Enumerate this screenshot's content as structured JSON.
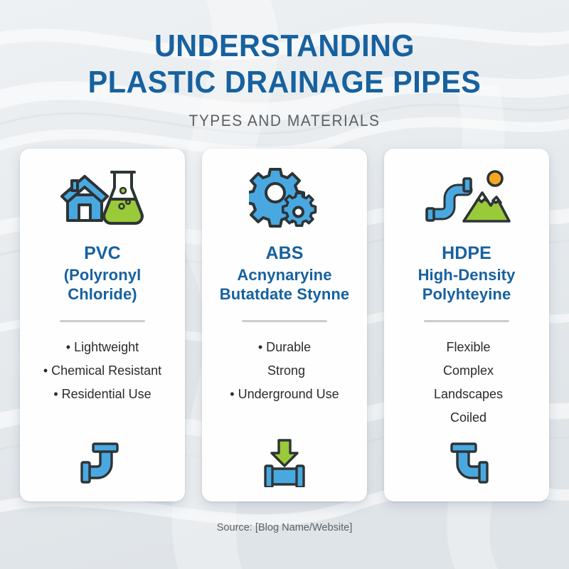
{
  "header": {
    "title_line1": "UNDERSTANDING",
    "title_line2": "PLASTIC DRAINAGE PIPES",
    "subtitle": "TYPES AND MATERIALS"
  },
  "colors": {
    "title_blue": "#17619f",
    "icon_blue": "#4aa8e0",
    "icon_green": "#9ac93a",
    "icon_outline": "#2d3436",
    "sun_orange": "#f5a623",
    "background": "#e7ebee",
    "card_background": "#fefefe",
    "divider": "#c9cdd0",
    "body_text": "#2b2b2b",
    "muted_text": "#5c6063"
  },
  "cards": [
    {
      "id": "pvc",
      "top_icon_name": "house-and-flask-icon",
      "title_main": "PVC",
      "title_sub_line1": "(Polyronyl",
      "title_sub_line2": "Chloride)",
      "features": [
        {
          "bullet": "•",
          "text": "Lightweight"
        },
        {
          "bullet": "•",
          "text": "Chemical Resistant"
        },
        {
          "bullet": "•",
          "text": "Residential Use"
        }
      ],
      "bottom_icon_name": "elbow-pipe-left-icon"
    },
    {
      "id": "abs",
      "top_icon_name": "gears-icon",
      "title_main": "ABS",
      "title_sub_line1": "Acnynaryine",
      "title_sub_line2": "Butatdate Stynne",
      "features": [
        {
          "bullet": "•",
          "text": "Durable"
        },
        {
          "bullet": "",
          "text": "Strong"
        },
        {
          "bullet": "•",
          "text": "Underground Use"
        }
      ],
      "bottom_icon_name": "pipe-with-down-arrow-icon"
    },
    {
      "id": "hdpe",
      "top_icon_name": "pipe-mountains-sun-icon",
      "title_main": "HDPE",
      "title_sub_line1": "High-Density",
      "title_sub_line2": "Polyhteyine",
      "features": [
        {
          "bullet": "",
          "text": "Flexible"
        },
        {
          "bullet": "",
          "text": "Complex"
        },
        {
          "bullet": "",
          "text": "Landscapes"
        },
        {
          "bullet": "",
          "text": "Coiled"
        }
      ],
      "bottom_icon_name": "elbow-pipe-right-icon"
    }
  ],
  "footer": {
    "source": "Source: [Blog Name/Website]"
  }
}
